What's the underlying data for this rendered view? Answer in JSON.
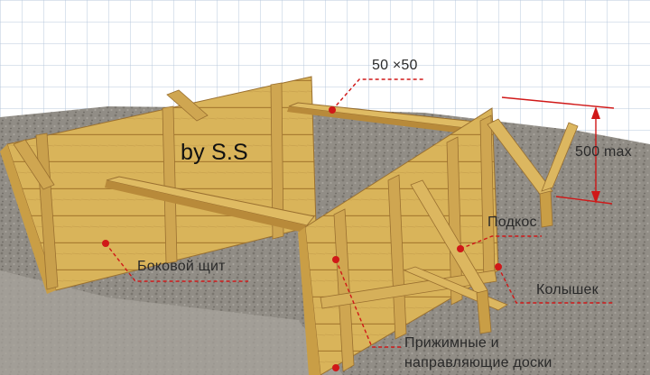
{
  "watermark": "by  S.S",
  "labels": {
    "board_size": "50 ×50",
    "max_height": "500 max",
    "brace": "Подкос",
    "side_panel": "Боковой щит",
    "stake": "Колышек",
    "clamp_line1": "Прижимные и",
    "clamp_line2": "направляющие доски"
  },
  "colors": {
    "wood": "#d9b45a",
    "wood_dark": "#b8893a",
    "leader": "#d01818",
    "ground": "#8f8b84",
    "grid": "#b8c8dc",
    "text": "#2a2a2a"
  }
}
